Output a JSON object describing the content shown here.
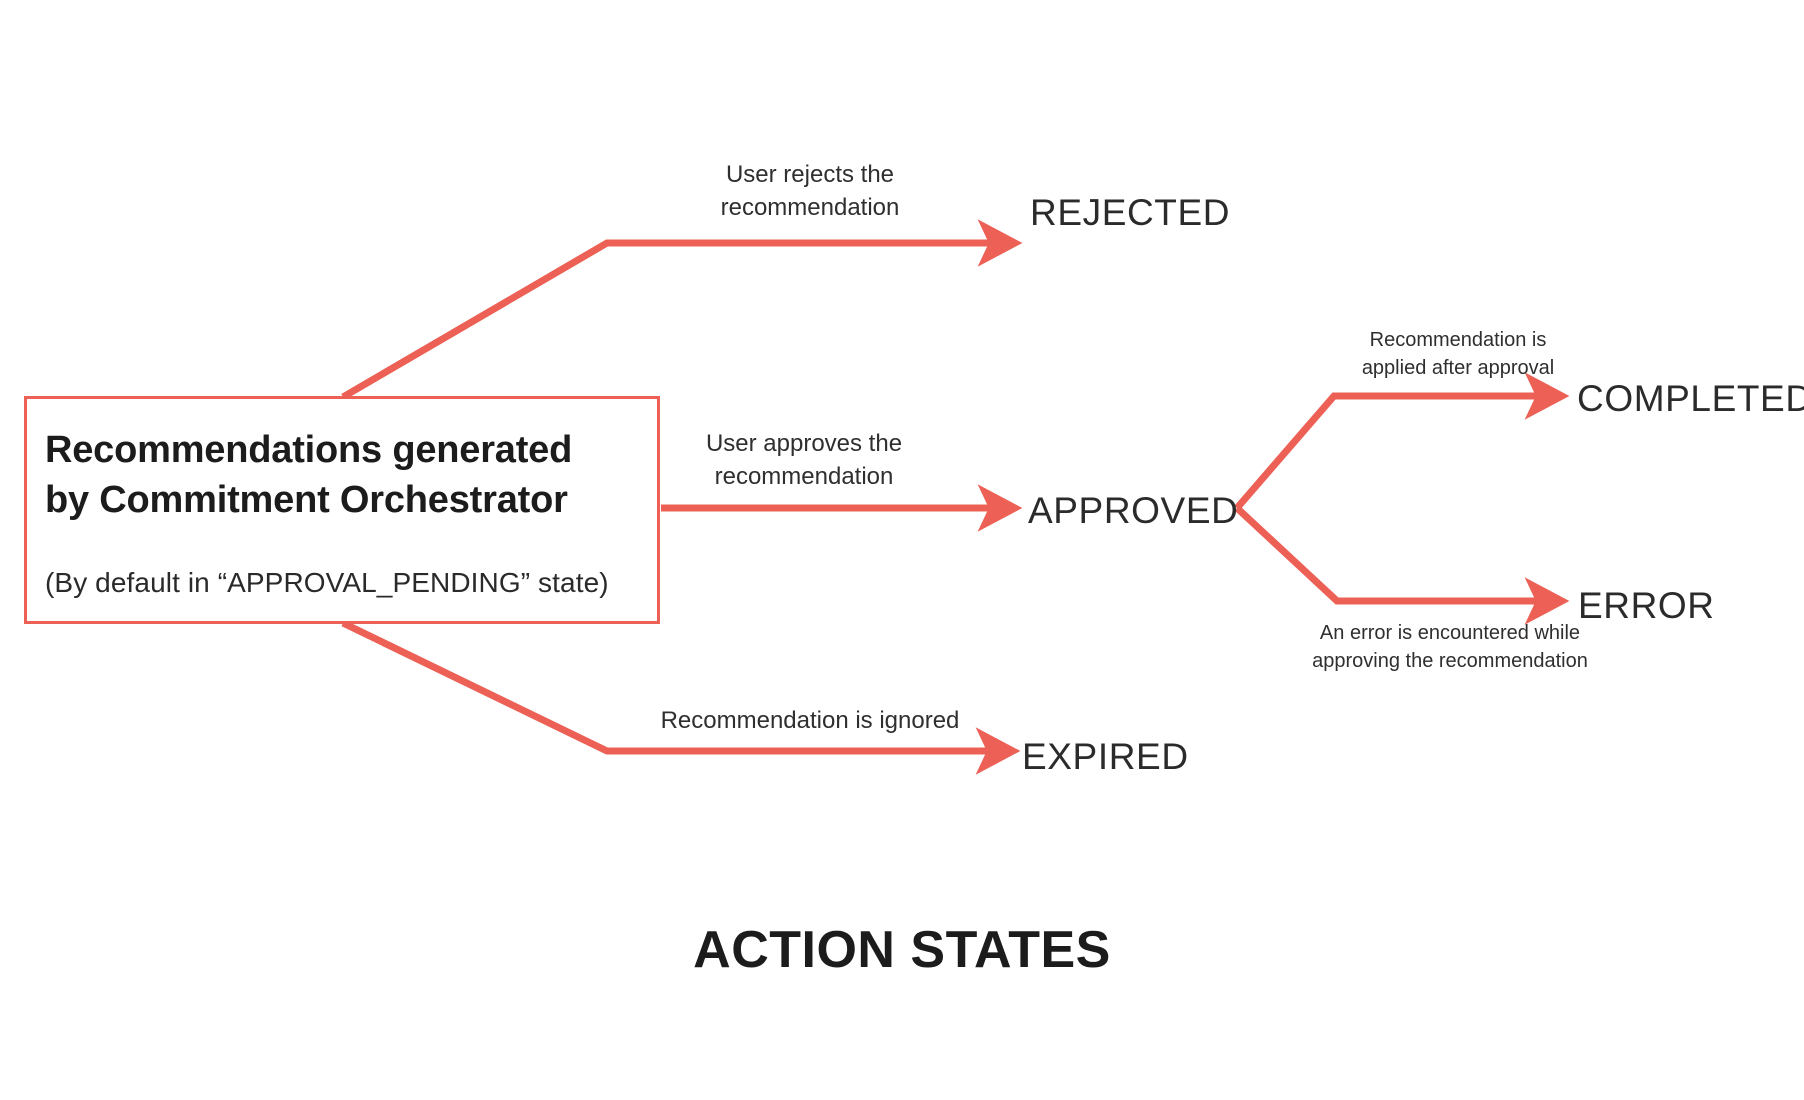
{
  "diagram": {
    "title": "ACTION STATES",
    "accent_color": "#EC6055",
    "text_color": "#2b2b2b",
    "background": "#ffffff",
    "type": "flowchart"
  },
  "source": {
    "title": "Recommendations generated\nby Commitment Orchestrator",
    "subtitle": "(By default in “APPROVAL_PENDING” state)"
  },
  "states": {
    "rejected": "REJECTED",
    "approved": "APPROVED",
    "completed": "COMPLETED",
    "error": "ERROR",
    "expired": "EXPIRED"
  },
  "captions": {
    "rejected": "User rejects the\nrecommendation",
    "approved": "User approves the\nrecommendation",
    "expired": "Recommendation is ignored",
    "completed": "Recommendation is\napplied after approval",
    "error": "An error is encountered while\napproving the recommendation"
  },
  "edges": [
    {
      "from": "Recommendations generated by Commitment Orchestrator",
      "to": "REJECTED",
      "label": "User rejects the recommendation"
    },
    {
      "from": "Recommendations generated by Commitment Orchestrator",
      "to": "APPROVED",
      "label": "User approves the recommendation"
    },
    {
      "from": "Recommendations generated by Commitment Orchestrator",
      "to": "EXPIRED",
      "label": "Recommendation is ignored"
    },
    {
      "from": "APPROVED",
      "to": "COMPLETED",
      "label": "Recommendation is applied after approval"
    },
    {
      "from": "APPROVED",
      "to": "ERROR",
      "label": "An error is encountered while approving the recommendation"
    }
  ]
}
